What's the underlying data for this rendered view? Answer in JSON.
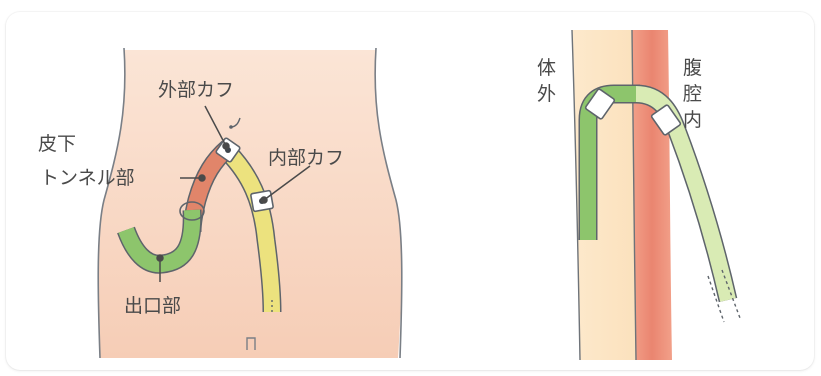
{
  "left_panel": {
    "labels": {
      "outer_cuff": "外部カフ",
      "subcutaneous_tunnel_line1": "皮下",
      "subcutaneous_tunnel_line2": "トンネル部",
      "inner_cuff": "内部カフ",
      "exit_site": "出口部"
    }
  },
  "right_panel": {
    "labels": {
      "outside_body_char1": "体",
      "outside_body_char2": "外",
      "peritoneal_char1": "腹",
      "peritoneal_char2": "腔",
      "peritoneal_char3": "内"
    }
  },
  "colors": {
    "skin": "#f8d9c7",
    "subcutaneous": "#fde6c8",
    "muscle": "#ee8f7d",
    "catheter_external": "#8cc86e",
    "catheter_tunnel": "#e2866a",
    "catheter_internal": "#e6e07a",
    "outline": "#5a6470"
  }
}
